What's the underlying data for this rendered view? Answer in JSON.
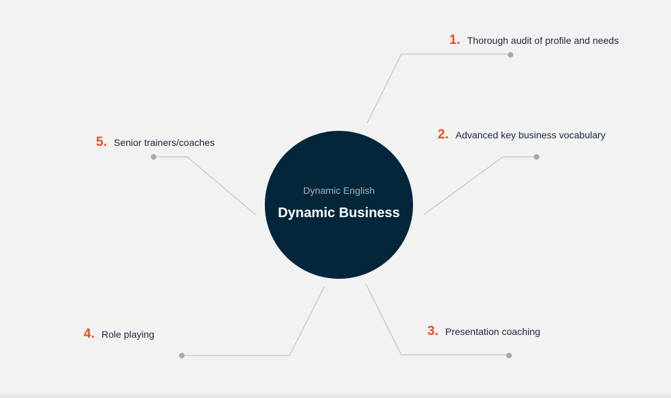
{
  "hub": {
    "subtitle": "Dynamic English",
    "title": "Dynamic Business"
  },
  "items": [
    {
      "number": "1.",
      "label": "Thorough audit of profile and needs"
    },
    {
      "number": "2.",
      "label": "Advanced key business vocabulary"
    },
    {
      "number": "3.",
      "label": "Presentation coaching"
    },
    {
      "number": "4.",
      "label": "Role playing"
    },
    {
      "number": "5.",
      "label": "Senior trainers/coaches"
    }
  ],
  "colors": {
    "background": "#f2f2f2",
    "hub_fill": "#03263b",
    "hub_subtitle": "#a9b3bb",
    "number_accent": "#e4501e",
    "label_text": "#1c2440",
    "connector": "#c4c4c4",
    "endpoint_dot": "#a8a8a8"
  }
}
